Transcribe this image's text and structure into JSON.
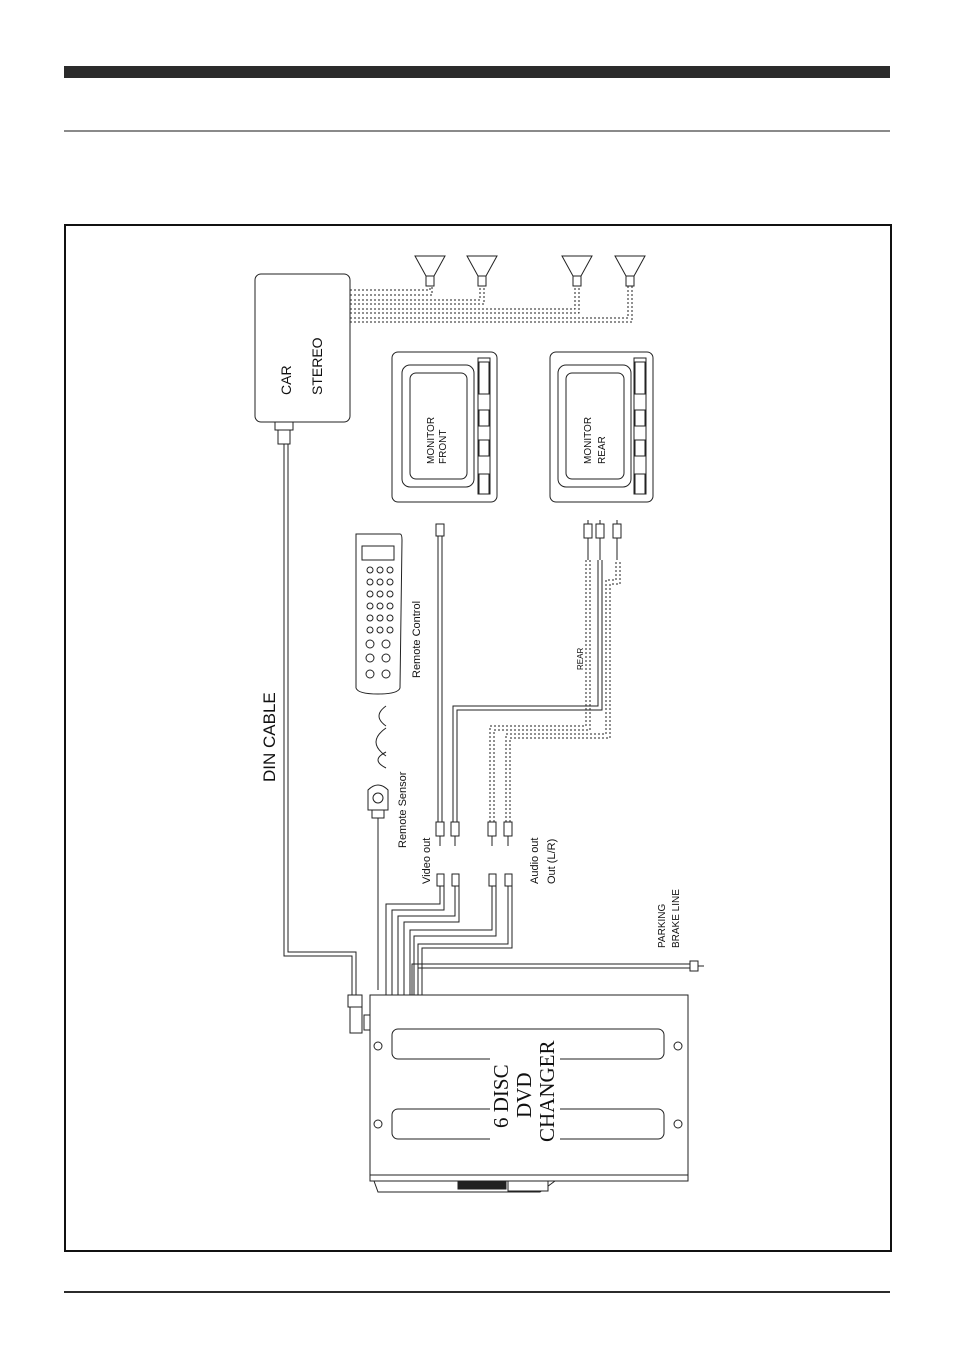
{
  "diagram": {
    "car_stereo": {
      "line1": "CAR",
      "line2": "STEREO"
    },
    "monitor_front": {
      "line1": "MONITOR",
      "line2": "FRONT"
    },
    "monitor_rear": {
      "line1": "MONITOR",
      "line2": "REAR"
    },
    "din_cable": "DIN CABLE",
    "remote_control": "Remote Control",
    "remote_sensor": "Remote Sensor",
    "video_out": "Video out",
    "audio_out": {
      "line1": "Audio out",
      "line2": "Out (L/R)"
    },
    "rear_label": "REAR",
    "parking_brake": {
      "line1": "PARKING",
      "line2": "BRAKE LINE"
    },
    "changer": {
      "line1": "6 DISC",
      "line2": "DVD",
      "line3": "CHANGER"
    }
  },
  "icons": [
    "speaker-icon",
    "monitor-icon",
    "remote-control-icon",
    "remote-sensor-icon",
    "rca-plug-icon"
  ]
}
